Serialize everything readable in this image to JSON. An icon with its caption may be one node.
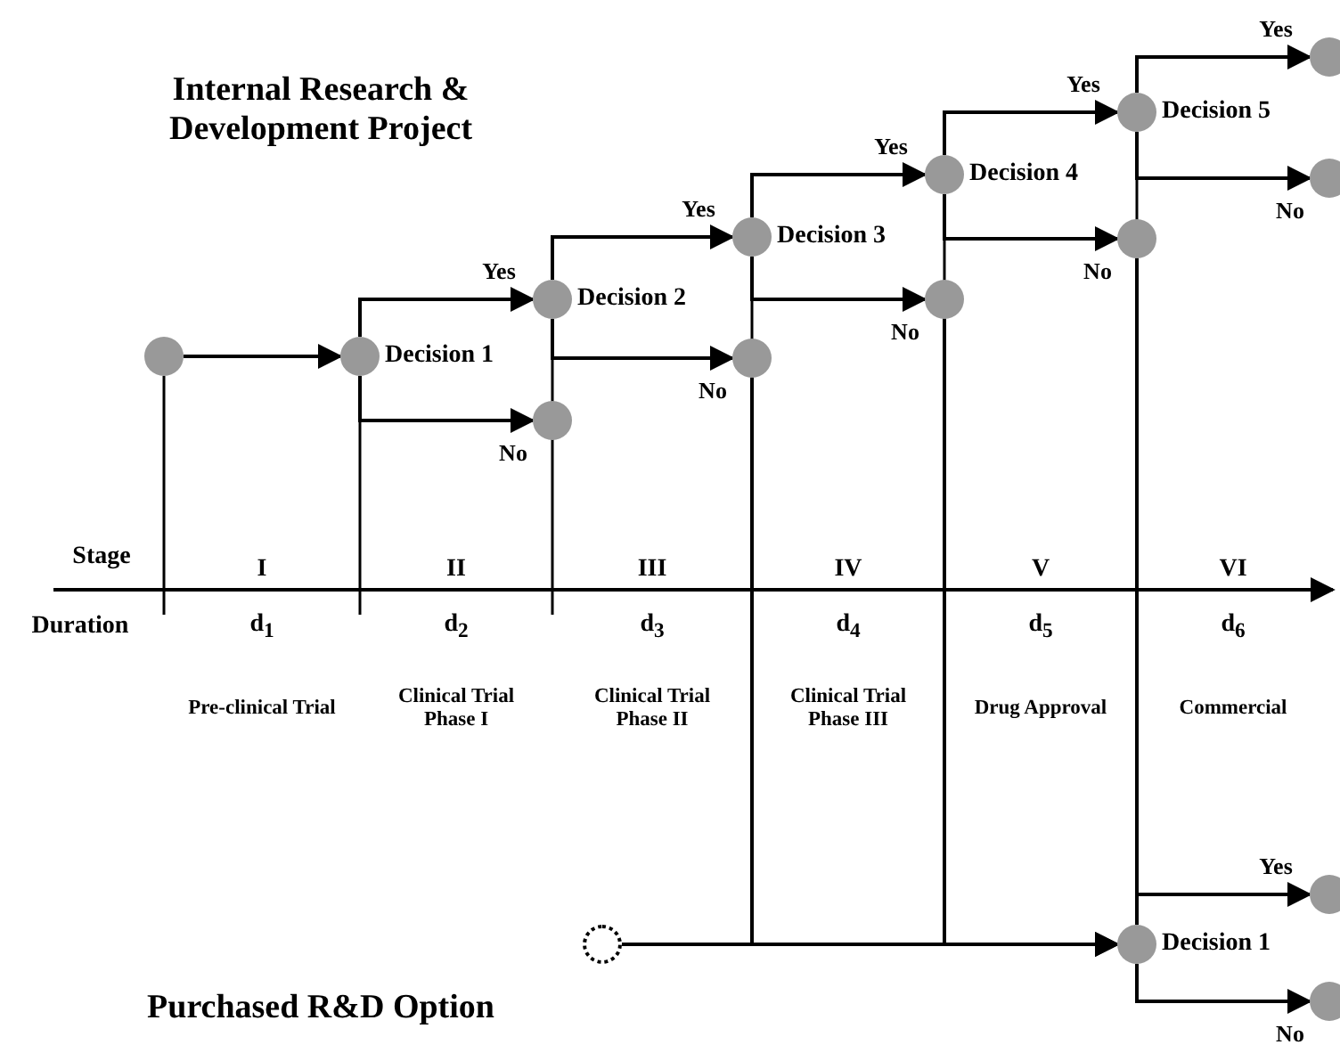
{
  "diagram": {
    "nodes": [
      {
        "text": [],
        "shape": "circle"
      },
      {
        "text": [
          "Decision 1"
        ]
      },
      {
        "text": [
          "Decision 2"
        ]
      },
      {
        "text": [],
        "shape": "circle"
      },
      {
        "text": [
          "Decision 3"
        ]
      },
      {
        "text": [],
        "shape": "circle"
      },
      {
        "text": [
          "Decision 4"
        ]
      },
      {
        "text": [],
        "shape": "circle"
      },
      {
        "text": [
          "Decision 5"
        ]
      },
      {
        "text": [],
        "shape": "circle"
      },
      {
        "text": [],
        "shape": "circle"
      },
      {
        "text": [],
        "shape": "circle"
      },
      {
        "text": [],
        "shape": "circle"
      },
      {
        "text": [
          "Decision 1"
        ]
      },
      {
        "text": [],
        "shape": "circle"
      },
      {
        "text": [],
        "shape": "circle"
      }
    ],
    "edges": [
      {
        "from": 0,
        "to": 1,
        "arrow": "to"
      },
      {
        "from": 1,
        "to": 2,
        "arrow": "to",
        "label": "Yes"
      },
      {
        "from": 1,
        "to": 3,
        "arrow": "to",
        "label": "No"
      },
      {
        "from": 2,
        "to": 4,
        "arrow": "to",
        "label": "Yes"
      },
      {
        "from": 2,
        "to": 5,
        "arrow": "to",
        "label": "No"
      },
      {
        "from": 4,
        "to": 6,
        "arrow": "to",
        "label": "Yes"
      },
      {
        "from": 4,
        "to": 7,
        "arrow": "to",
        "label": "No"
      },
      {
        "from": 6,
        "to": 8,
        "arrow": "to",
        "label": "Yes"
      },
      {
        "from": 6,
        "to": 9,
        "arrow": "to",
        "label": "No"
      },
      {
        "from": 8,
        "to": 10,
        "arrow": "to",
        "label": "Yes"
      },
      {
        "from": 8,
        "to": 11,
        "arrow": "to",
        "label": "No"
      },
      {
        "from": 12,
        "to": 13,
        "arrow": "to"
      },
      {
        "from": 5,
        "to": 13,
        "arrow": "to"
      },
      {
        "from": 7,
        "to": 13,
        "arrow": "to"
      },
      {
        "from": 9,
        "to": 13,
        "arrow": "none"
      },
      {
        "from": 13,
        "to": 14,
        "arrow": "to",
        "label": "Yes"
      },
      {
        "from": 13,
        "to": 15,
        "arrow": "to",
        "label": "No"
      }
    ],
    "labels": [
      "Internal Research & Development Project",
      "Stage",
      "I",
      "II",
      "III",
      "IV",
      "V",
      "VI",
      "Duration",
      "d$_{1}$",
      "d$_{2}$",
      "d$_{3}$",
      "d$_{4}$",
      "d$_{5}$",
      "d$_{6}$",
      "Pre-clinical Trial",
      "Clinical Trial Phase I",
      "Clinical Trial Phase II",
      "Clinical Trial Phase III",
      "Drug Approval",
      "Commercial",
      "Purchased R&D Option"
    ]
  }
}
